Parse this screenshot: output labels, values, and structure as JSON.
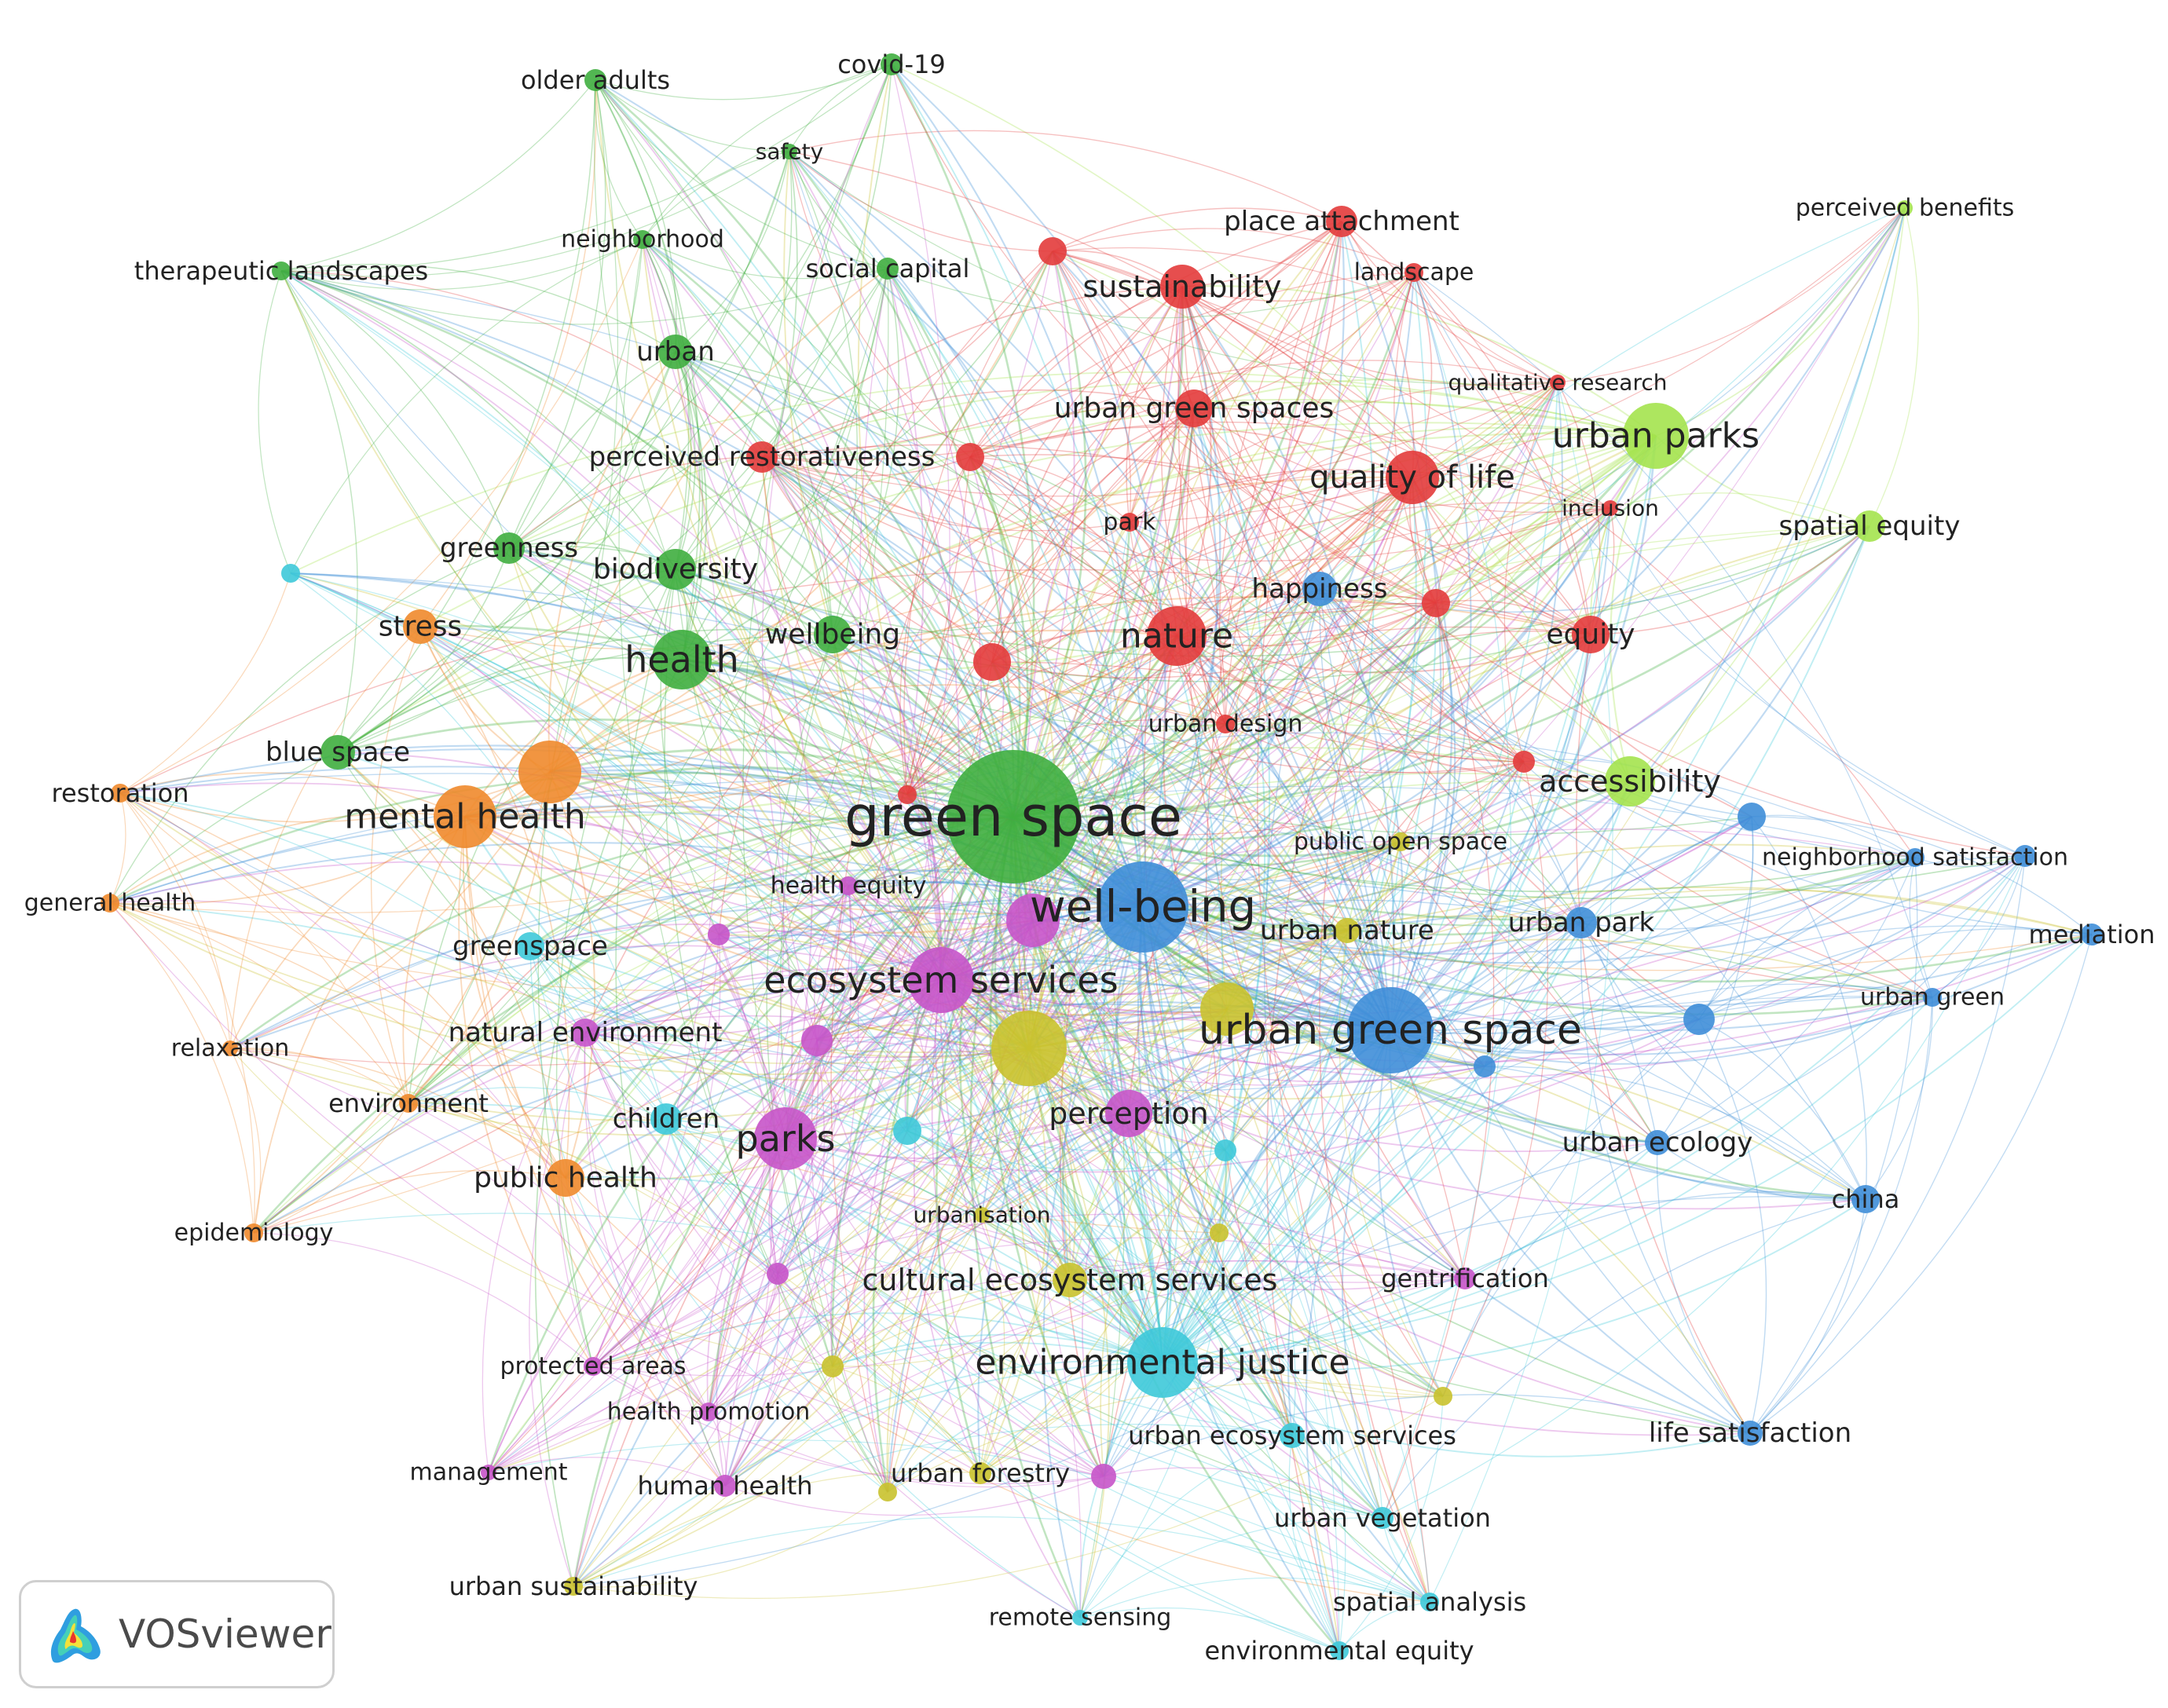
{
  "app": {
    "name": "VOSviewer"
  },
  "cluster_colors": {
    "1": "#e33b3b",
    "2": "#3fae3f",
    "3": "#3f8ed8",
    "4": "#c9c22e",
    "5": "#a4e34e",
    "6": "#c754c9",
    "7": "#3ec9d9",
    "8": "#f08a2c"
  },
  "nodes": [
    {
      "id": 0,
      "label": "green space",
      "cluster": 2,
      "size": 85
    },
    {
      "id": 1,
      "label": "well-being",
      "cluster": 3,
      "size": 58
    },
    {
      "id": 2,
      "label": "urban green space",
      "cluster": 3,
      "size": 55
    },
    {
      "id": 3,
      "label": "ecosystem services",
      "cluster": 6,
      "size": 42
    },
    {
      "id": 4,
      "label": "parks",
      "cluster": 6,
      "size": 40
    },
    {
      "id": 5,
      "label": "nature",
      "cluster": 1,
      "size": 38
    },
    {
      "id": 6,
      "label": "health",
      "cluster": 2,
      "size": 38
    },
    {
      "id": 7,
      "label": "mental health",
      "cluster": 8,
      "size": 40
    },
    {
      "id": 8,
      "label": "environmental justice",
      "cluster": 7,
      "size": 45
    },
    {
      "id": 9,
      "label": "urban parks",
      "cluster": 5,
      "size": 42
    },
    {
      "id": 10,
      "label": "quality of life",
      "cluster": 1,
      "size": 34
    },
    {
      "id": 11,
      "label": "accessibility",
      "cluster": 5,
      "size": 32
    },
    {
      "id": 12,
      "label": "sustainability",
      "cluster": 1,
      "size": 28
    },
    {
      "id": 13,
      "label": "urban green spaces",
      "cluster": 1,
      "size": 24
    },
    {
      "id": 14,
      "label": "perception",
      "cluster": 6,
      "size": 30
    },
    {
      "id": 15,
      "label": "public health",
      "cluster": 8,
      "size": 24
    },
    {
      "id": 16,
      "label": "urban park",
      "cluster": 3,
      "size": 20
    },
    {
      "id": 17,
      "label": "urban ecology",
      "cluster": 3,
      "size": 16
    },
    {
      "id": 18,
      "label": "biodiversity",
      "cluster": 2,
      "size": 26
    },
    {
      "id": 19,
      "label": "wellbeing",
      "cluster": 2,
      "size": 24
    },
    {
      "id": 20,
      "label": "stress",
      "cluster": 8,
      "size": 22
    },
    {
      "id": 21,
      "label": "blue space",
      "cluster": 2,
      "size": 22
    },
    {
      "id": 22,
      "label": "equity",
      "cluster": 1,
      "size": 24
    },
    {
      "id": 23,
      "label": "happiness",
      "cluster": 3,
      "size": 22
    },
    {
      "id": 24,
      "label": "perceived restorativeness",
      "cluster": 1,
      "size": 20
    },
    {
      "id": 25,
      "label": "urban",
      "cluster": 2,
      "size": 22
    },
    {
      "id": 26,
      "label": "greenness",
      "cluster": 2,
      "size": 20
    },
    {
      "id": 27,
      "label": "place attachment",
      "cluster": 1,
      "size": 20
    },
    {
      "id": 28,
      "label": "cultural ecosystem services",
      "cluster": 4,
      "size": 22
    },
    {
      "id": 29,
      "label": "spatial equity",
      "cluster": 5,
      "size": 20
    },
    {
      "id": 30,
      "label": "urban nature",
      "cluster": 4,
      "size": 16
    },
    {
      "id": 31,
      "label": "children",
      "cluster": 7,
      "size": 20
    },
    {
      "id": 32,
      "label": "greenspace",
      "cluster": 7,
      "size": 18
    },
    {
      "id": 33,
      "label": "natural environment",
      "cluster": 6,
      "size": 18
    },
    {
      "id": 34,
      "label": "life satisfaction",
      "cluster": 3,
      "size": 16
    },
    {
      "id": 35,
      "label": "china",
      "cluster": 3,
      "size": 18
    },
    {
      "id": 36,
      "label": "mediation",
      "cluster": 3,
      "size": 14
    },
    {
      "id": 37,
      "label": "neighborhood satisfaction",
      "cluster": 3,
      "size": 12
    },
    {
      "id": 38,
      "label": "urban green",
      "cluster": 3,
      "size": 12
    },
    {
      "id": 39,
      "label": "gentrification",
      "cluster": 6,
      "size": 14
    },
    {
      "id": 40,
      "label": "urban ecosystem services",
      "cluster": 7,
      "size": 16
    },
    {
      "id": 41,
      "label": "urban vegetation",
      "cluster": 7,
      "size": 14
    },
    {
      "id": 42,
      "label": "spatial analysis",
      "cluster": 7,
      "size": 12
    },
    {
      "id": 43,
      "label": "environmental equity",
      "cluster": 7,
      "size": 12
    },
    {
      "id": 44,
      "label": "remote sensing",
      "cluster": 7,
      "size": 10
    },
    {
      "id": 45,
      "label": "urban forestry",
      "cluster": 4,
      "size": 14
    },
    {
      "id": 46,
      "label": "human health",
      "cluster": 6,
      "size": 14
    },
    {
      "id": 47,
      "label": "health promotion",
      "cluster": 6,
      "size": 12
    },
    {
      "id": 48,
      "label": "protected areas",
      "cluster": 6,
      "size": 12
    },
    {
      "id": 49,
      "label": "management",
      "cluster": 6,
      "size": 10
    },
    {
      "id": 50,
      "label": "urban sustainability",
      "cluster": 4,
      "size": 12
    },
    {
      "id": 51,
      "label": "epidemiology",
      "cluster": 8,
      "size": 12
    },
    {
      "id": 52,
      "label": "environment",
      "cluster": 8,
      "size": 12
    },
    {
      "id": 53,
      "label": "relaxation",
      "cluster": 8,
      "size": 10
    },
    {
      "id": 54,
      "label": "general health",
      "cluster": 8,
      "size": 12
    },
    {
      "id": 55,
      "label": "restoration",
      "cluster": 8,
      "size": 12
    },
    {
      "id": 56,
      "label": "therapeutic landscapes",
      "cluster": 2,
      "size": 12
    },
    {
      "id": 57,
      "label": "older adults",
      "cluster": 2,
      "size": 14
    },
    {
      "id": 58,
      "label": "covid-19",
      "cluster": 2,
      "size": 14
    },
    {
      "id": 59,
      "label": "safety",
      "cluster": 2,
      "size": 10
    },
    {
      "id": 60,
      "label": "neighborhood",
      "cluster": 2,
      "size": 12
    },
    {
      "id": 61,
      "label": "social capital",
      "cluster": 2,
      "size": 14
    },
    {
      "id": 62,
      "label": "landscape",
      "cluster": 1,
      "size": 12
    },
    {
      "id": 63,
      "label": "qualitative research",
      "cluster": 1,
      "size": 10
    },
    {
      "id": 64,
      "label": "inclusion",
      "cluster": 1,
      "size": 10
    },
    {
      "id": 65,
      "label": "park",
      "cluster": 1,
      "size": 12
    },
    {
      "id": 66,
      "label": "urban design",
      "cluster": 1,
      "size": 12
    },
    {
      "id": 67,
      "label": "public open space",
      "cluster": 4,
      "size": 12
    },
    {
      "id": 68,
      "label": "health equity",
      "cluster": 6,
      "size": 12
    },
    {
      "id": 69,
      "label": "urbanisation",
      "cluster": 4,
      "size": 10
    },
    {
      "id": 70,
      "label": "perceived benefits",
      "cluster": 5,
      "size": 10
    },
    {
      "id": 71,
      "label": "",
      "cluster": 4,
      "size": 48
    },
    {
      "id": 72,
      "label": "",
      "cluster": 8,
      "size": 40
    },
    {
      "id": 73,
      "label": "",
      "cluster": 1,
      "size": 24
    },
    {
      "id": 74,
      "label": "",
      "cluster": 6,
      "size": 34
    },
    {
      "id": 75,
      "label": "",
      "cluster": 4,
      "size": 34
    },
    {
      "id": 76,
      "label": "",
      "cluster": 6,
      "size": 20
    },
    {
      "id": 77,
      "label": "",
      "cluster": 7,
      "size": 18
    },
    {
      "id": 78,
      "label": "",
      "cluster": 1,
      "size": 18
    },
    {
      "id": 79,
      "label": "",
      "cluster": 1,
      "size": 18
    },
    {
      "id": 80,
      "label": "",
      "cluster": 1,
      "size": 18
    },
    {
      "id": 81,
      "label": "",
      "cluster": 3,
      "size": 20
    },
    {
      "id": 82,
      "label": "",
      "cluster": 3,
      "size": 18
    },
    {
      "id": 83,
      "label": "",
      "cluster": 3,
      "size": 14
    },
    {
      "id": 84,
      "label": "",
      "cluster": 7,
      "size": 14
    },
    {
      "id": 85,
      "label": "",
      "cluster": 6,
      "size": 14
    },
    {
      "id": 86,
      "label": "",
      "cluster": 6,
      "size": 14
    },
    {
      "id": 87,
      "label": "",
      "cluster": 6,
      "size": 16
    },
    {
      "id": 88,
      "label": "",
      "cluster": 4,
      "size": 14
    },
    {
      "id": 89,
      "label": "",
      "cluster": 4,
      "size": 12
    },
    {
      "id": 90,
      "label": "",
      "cluster": 4,
      "size": 12
    },
    {
      "id": 91,
      "label": "",
      "cluster": 4,
      "size": 12
    },
    {
      "id": 92,
      "label": "",
      "cluster": 7,
      "size": 12
    },
    {
      "id": 93,
      "label": "",
      "cluster": 1,
      "size": 12
    },
    {
      "id": 94,
      "label": "",
      "cluster": 1,
      "size": 14
    },
    {
      "id": 95,
      "label": "",
      "cluster": 3,
      "size": 14
    }
  ]
}
